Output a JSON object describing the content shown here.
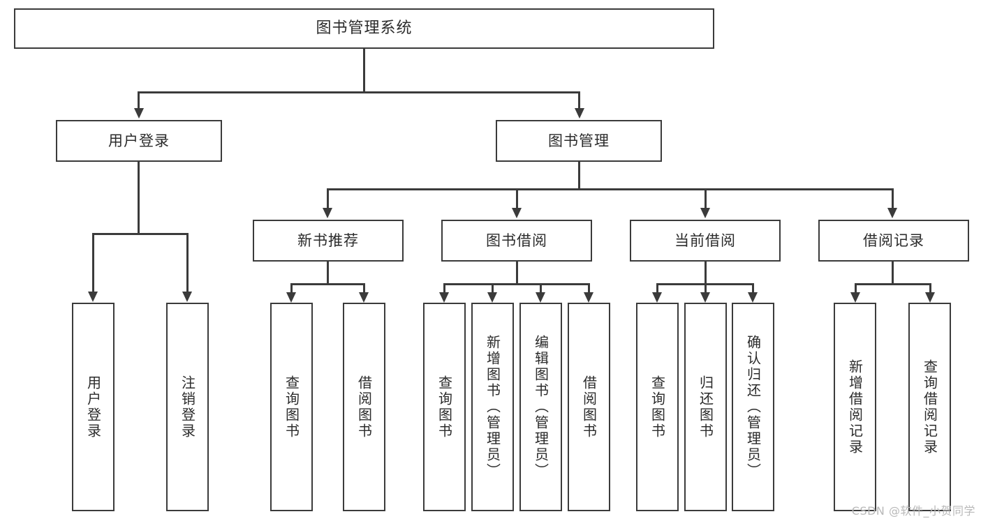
{
  "diagram": {
    "title": "图书管理系统",
    "watermark": "CSDN @软件_小贺同学",
    "accent_color": "#3b3b3b",
    "background_color": "#ffffff",
    "text_color": "#2b2b2b",
    "root": {
      "label": "图书管理系统"
    },
    "level2": [
      {
        "label": "用户登录"
      },
      {
        "label": "图书管理"
      }
    ],
    "level3": [
      {
        "label": "新书推荐"
      },
      {
        "label": "图书借阅"
      },
      {
        "label": "当前借阅"
      },
      {
        "label": "借阅记录"
      }
    ],
    "leaves": {
      "user_login": [
        {
          "label": "用户登录"
        },
        {
          "label": "注销登录"
        }
      ],
      "new_book": [
        {
          "label": "查询图书"
        },
        {
          "label": "借阅图书"
        }
      ],
      "book_borrow": [
        {
          "label": "查询图书"
        },
        {
          "label": "新增图书（管理员）"
        },
        {
          "label": "编辑图书（管理员）"
        },
        {
          "label": "借阅图书"
        }
      ],
      "current_borrow": [
        {
          "label": "查询图书"
        },
        {
          "label": "归还图书"
        },
        {
          "label": "确认归还（管理员）"
        }
      ],
      "borrow_record": [
        {
          "label": "新增借阅记录"
        },
        {
          "label": "查询借阅记录"
        }
      ]
    }
  }
}
